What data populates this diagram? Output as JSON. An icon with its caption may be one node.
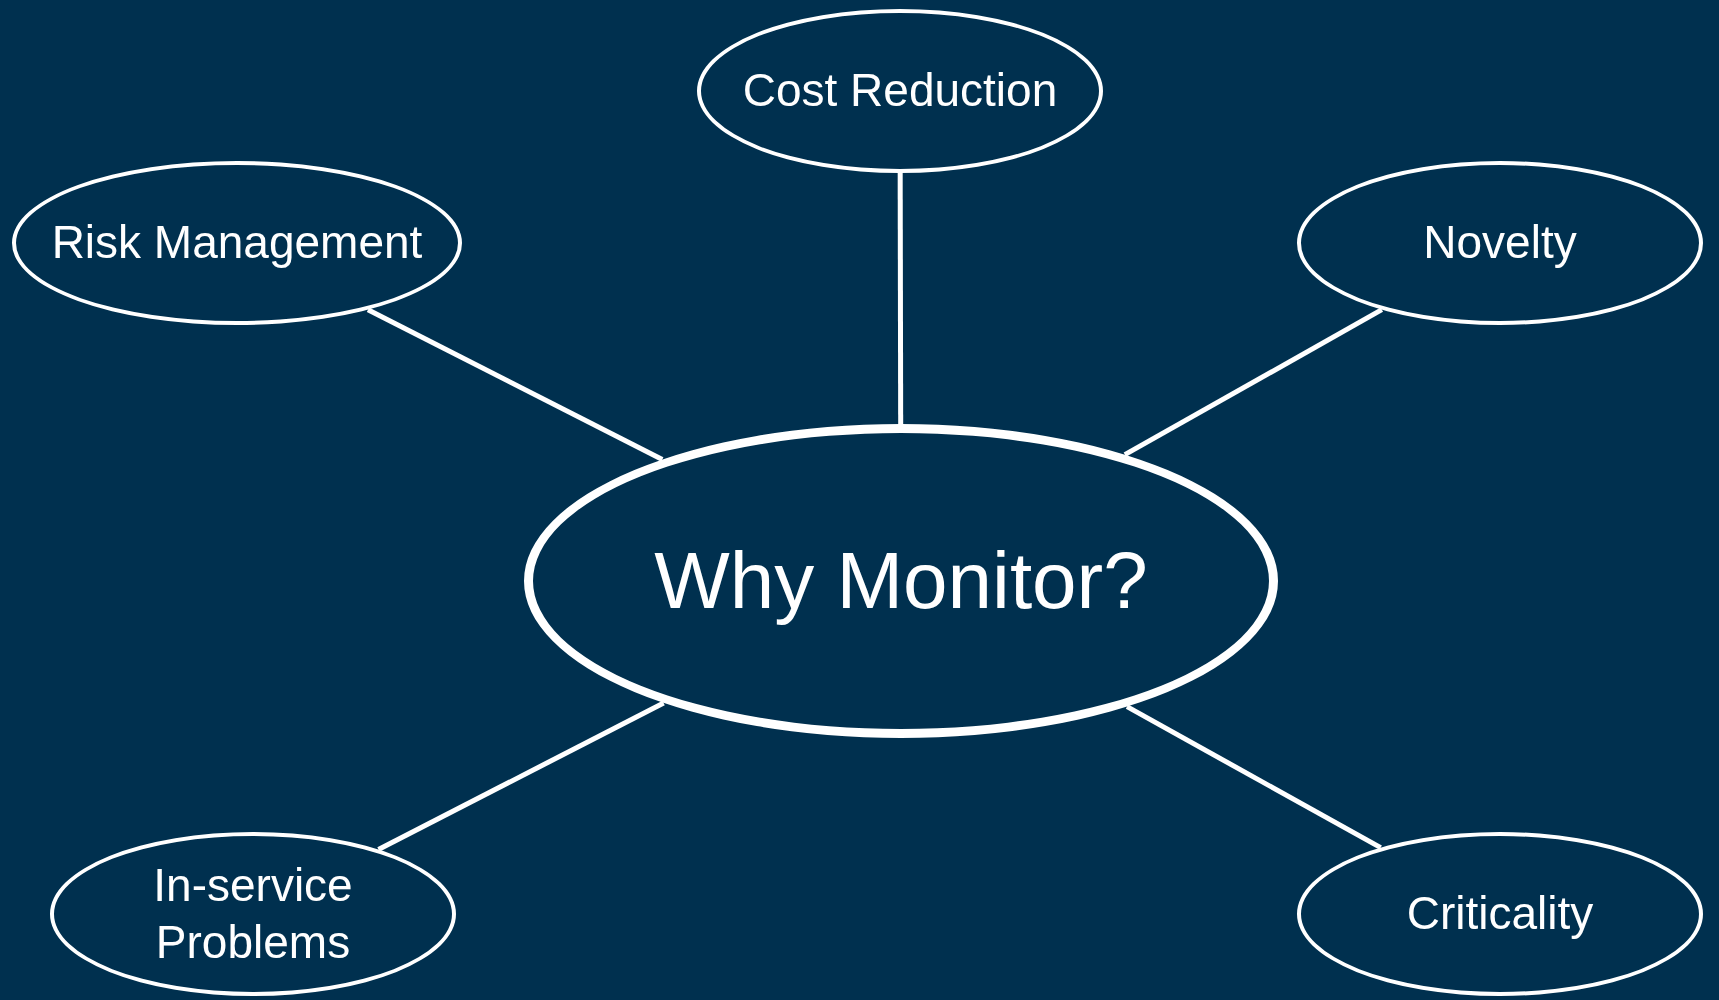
{
  "diagram": {
    "nodes": [
      {
        "text": [
          "Cost Reduction"
        ]
      },
      {
        "text": [
          "Risk Management"
        ]
      },
      {
        "text": [
          "Novelty"
        ]
      },
      {
        "text": [
          "Why Monitor?"
        ]
      },
      {
        "text": [
          "In-service Problems"
        ]
      },
      {
        "text": [
          "Criticality"
        ]
      }
    ],
    "edges": [
      {
        "from": 3,
        "to": 0,
        "arrow": "none"
      },
      {
        "from": 3,
        "to": 1,
        "arrow": "none"
      },
      {
        "from": 3,
        "to": 2,
        "arrow": "none"
      },
      {
        "from": 3,
        "to": 4,
        "arrow": "none"
      },
      {
        "from": 3,
        "to": 5,
        "arrow": "none"
      }
    ]
  }
}
